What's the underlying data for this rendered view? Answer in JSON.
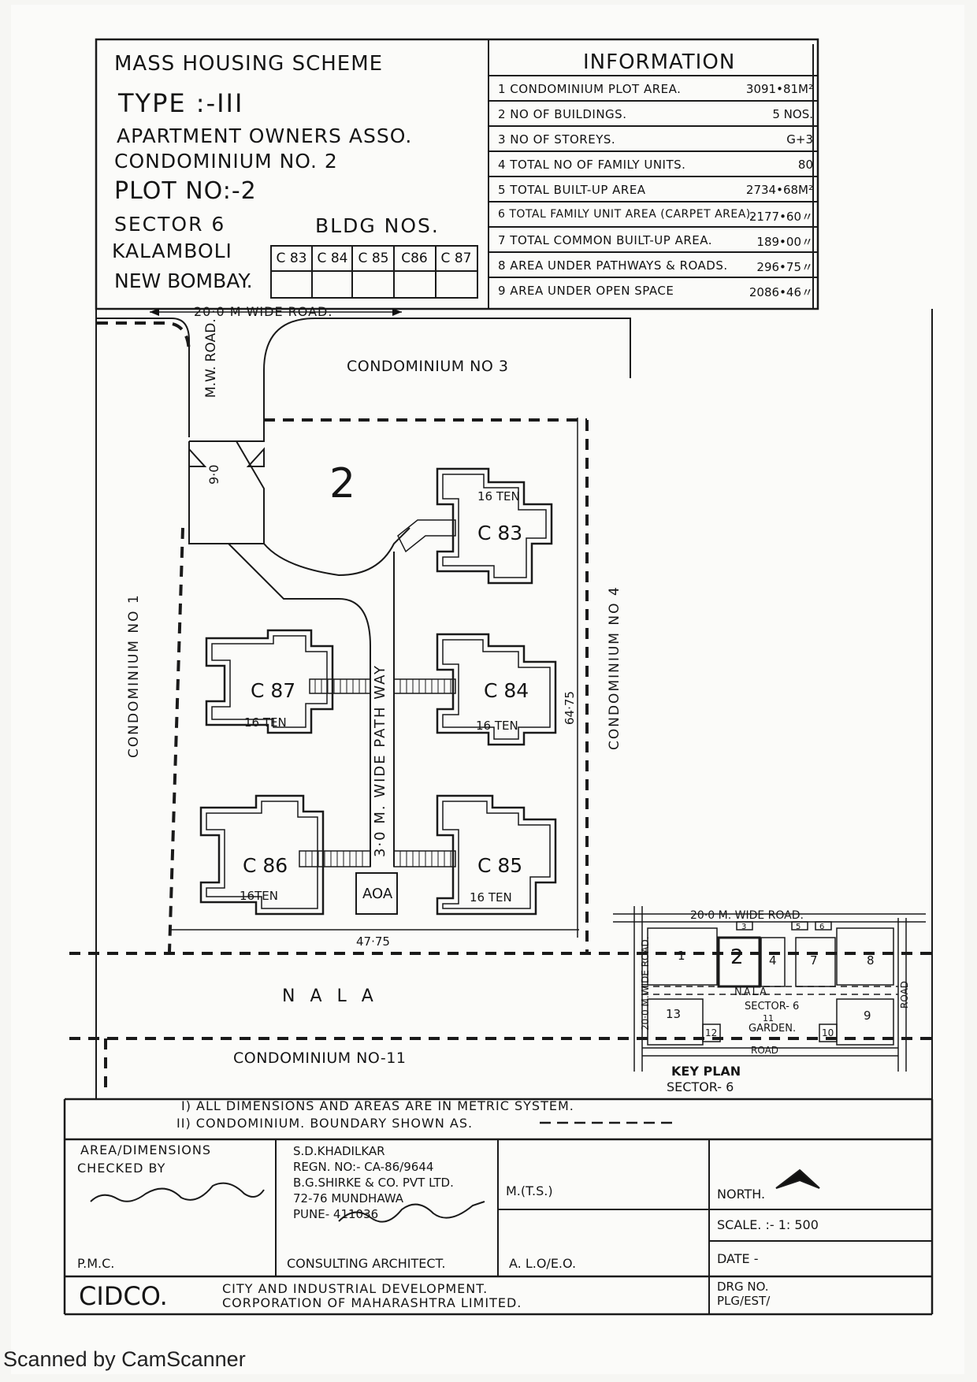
{
  "title_block": {
    "line1": "MASS HOUSING SCHEME",
    "line2": "TYPE :-III",
    "line3": "APARTMENT OWNERS ASSO.",
    "line4": "CONDOMINIUM  NO. 2",
    "line5": "PLOT NO:-2",
    "line6": "SECTOR  6",
    "bldg_label": "BLDG NOS.",
    "line7": "KALAMBOLI",
    "line8": "NEW BOMBAY.",
    "buildings": [
      "C 83",
      "C 84",
      "C 85",
      "C86",
      "C 87"
    ]
  },
  "information": {
    "header": "INFORMATION",
    "rows": [
      {
        "label": "1 CONDOMINIUM  PLOT AREA.",
        "value": "3091•81M²"
      },
      {
        "label": "2 NO OF BUILDINGS.",
        "value": "5 NOS."
      },
      {
        "label": "3 NO OF STOREYS.",
        "value": "G+3"
      },
      {
        "label": "4 TOTAL NO OF FAMILY UNITS.",
        "value": "80"
      },
      {
        "label": "5 TOTAL BUILT-UP AREA",
        "value": "2734•68M²"
      },
      {
        "label": "6 TOTAL FAMILY UNIT AREA (CARPET AREA).",
        "value": "2177•60〃"
      },
      {
        "label": "7 TOTAL COMMON BUILT-UP AREA.",
        "value": "189•00〃"
      },
      {
        "label": "8 AREA UNDER PATHWAYS & ROADS.",
        "value": "296•75〃"
      },
      {
        "label": "9 AREA UNDER OPEN SPACE",
        "value": "2086•46〃"
      }
    ]
  },
  "site_plan": {
    "top_road": "20·0 M WIDE ROAD.",
    "mw_road": "M.W. ROAD.",
    "mw_width": "9·0",
    "condo_3": "CONDOMINIUM NO 3",
    "condo_1": "CONDOMINIUM NO 1",
    "condo_4": "CONDOMINIUM NO 4",
    "condo_11": "CONDOMINIUM NO-11",
    "plot_number": "2",
    "pathway": "3·0 M. WIDE PATH WAY",
    "nala": "N A L A",
    "dim_width": "47·75",
    "dim_height": "64·75",
    "aoa": "AOA",
    "blocks": [
      {
        "name": "C 83",
        "units": "16 TEN"
      },
      {
        "name": "C 87",
        "units": "16 TEN"
      },
      {
        "name": "C 84",
        "units": "16 TEN"
      },
      {
        "name": "C 86",
        "units": "16TEN"
      },
      {
        "name": "C 85",
        "units": "16 TEN"
      }
    ]
  },
  "key_plan": {
    "top_road": "20·0 M. WIDE ROAD.",
    "side_road": "20·0 M.WIDE ROAD.",
    "right_road": "ROAD",
    "bottom_road": "ROAD",
    "nala": "NALA",
    "sector": "SECTOR- 6",
    "garden_num": "11",
    "garden": "GARDEN.",
    "plots": [
      "1",
      "2",
      "3",
      "4",
      "5",
      "6",
      "7",
      "8",
      "9",
      "10",
      "12",
      "13"
    ],
    "title": "KEY PLAN",
    "subtitle": "SECTOR- 6"
  },
  "notes": {
    "n1": "I) ALL DIMENSIONS AND AREAS ARE IN METRIC SYSTEM.",
    "n2": "II) CONDOMINIUM. BOUNDARY SHOWN  AS."
  },
  "signature_block": {
    "checked_1": "AREA/DIMENSIONS",
    "checked_2": "CHECKED BY",
    "pmc": "P.M.C.",
    "arch_1": "S.D.KHADILKAR",
    "arch_2": "REGN. NO:- CA-86/9644",
    "arch_3": "B.G.SHIRKE & CO. PVT LTD.",
    "arch_4": "72-76 MUNDHAWA",
    "arch_5": "PUNE- 411036",
    "arch_role": "CONSULTING ARCHITECT.",
    "mts": "M.(T.S.)",
    "aloe": "A. L.O/E.O.",
    "north": "NORTH.",
    "scale": "SCALE. :- 1: 500",
    "date": "DATE -",
    "cidco": "CIDCO.",
    "cidco_full_1": "CITY AND INDUSTRIAL  DEVELOPMENT.",
    "cidco_full_2": "CORPORATION  OF  MAHARASHTRA LIMITED.",
    "drg_no_label": "DRG NO.",
    "drg_no": "PLG/EST/"
  },
  "footer": "Scanned by CamScanner"
}
